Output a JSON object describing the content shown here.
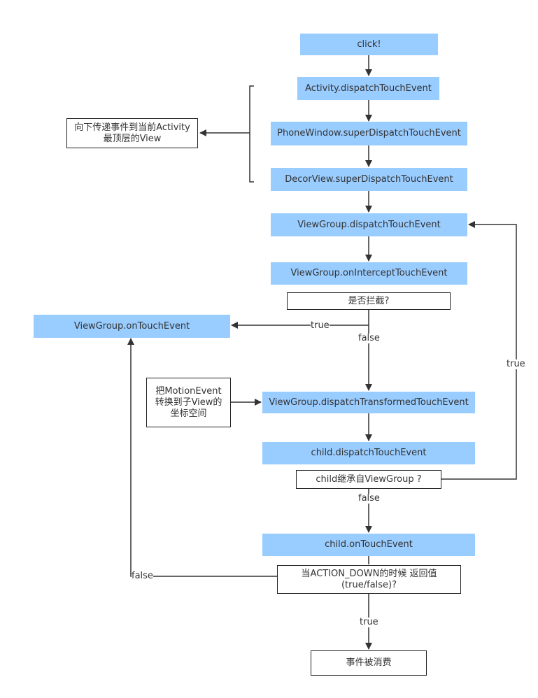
{
  "nodes": {
    "click": "click!",
    "activity": "Activity.dispatchTouchEvent",
    "phone_window": "PhoneWindow.superDispatchTouchEvent",
    "decor_view": "DecorView.superDispatchTouchEvent",
    "vg_dispatch": "ViewGroup.dispatchTouchEvent",
    "vg_intercept": "ViewGroup.onInterceptTouchEvent",
    "intercept_question": "是否拦截?",
    "vg_on_touch": "ViewGroup.onTouchEvent",
    "vg_transformed": "ViewGroup.dispatchTransformedTouchEvent",
    "child_dispatch": "child.dispatchTouchEvent",
    "child_question": "child继承自ViewGroup ?",
    "child_on_touch": "child.onTouchEvent",
    "consumed": "事件被消费"
  },
  "notes": {
    "top_note_line1": "向下传递事件到当前Activity",
    "top_note_line2": "最顶层的View",
    "motion_note_line1": "把MotionEvent",
    "motion_note_line2": "转换到子View的",
    "motion_note_line3": "坐标空间",
    "action_down_line1": "当ACTION_DOWN的时候 返回值",
    "action_down_line2": "(true/false)?"
  },
  "edge_labels": {
    "intercept_true": "true",
    "intercept_false": "false",
    "child_vg_true": "true",
    "child_vg_false": "false",
    "action_false": "false",
    "action_true": "true"
  },
  "colors": {
    "process_fill": "#99ccff",
    "line": "#333333"
  }
}
